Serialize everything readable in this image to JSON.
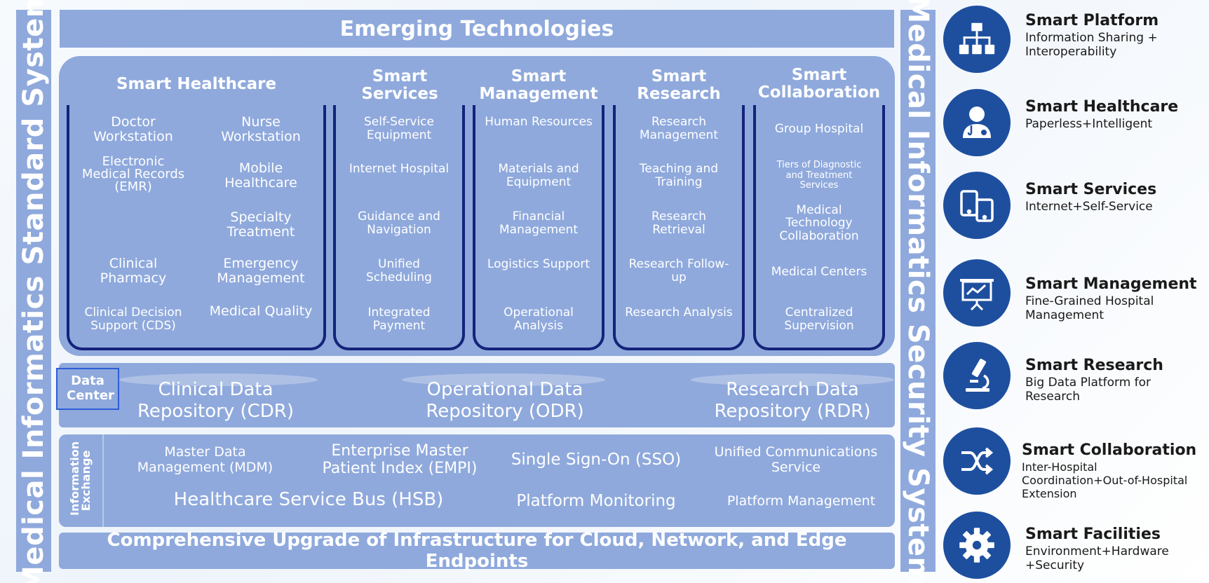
{
  "left_bar": "Medical Informatics Standard System",
  "right_bar": "Medical Informatics Security System",
  "top_bar": "Emerging Technologies",
  "columns": {
    "healthcare": {
      "title": "Smart Healthcare",
      "items": [
        "Doctor Workstation",
        "Nurse Workstation",
        "Electronic Medical Records (EMR)",
        "Mobile Healthcare",
        "Specialty Treatment",
        "Clinical Pharmacy",
        "Emergency Management",
        "Clinical Decision Support (CDS)",
        "Medical Quality"
      ]
    },
    "services": {
      "title": "Smart Services",
      "items": [
        "Self-Service Equipment",
        "Internet Hospital",
        "Guidance and Navigation",
        "Unified Scheduling",
        "Integrated Payment"
      ]
    },
    "management": {
      "title": "Smart Management",
      "items": [
        "Human Resources",
        "Materials and Equipment",
        "Financial Management",
        "Logistics Support",
        "Operational Analysis"
      ]
    },
    "research": {
      "title": "Smart Research",
      "items": [
        "Research Management",
        "Teaching and Training",
        "Research Retrieval",
        "Research Follow-up",
        "Research Analysis"
      ]
    },
    "collaboration": {
      "title": "Smart Collaboration",
      "items": [
        "Group Hospital",
        "Tiers of Diagnostic and Treatment Services",
        "Medical Technology Collaboration",
        "Medical Centers",
        "Centralized Supervision"
      ]
    }
  },
  "data_center": {
    "label": "Data Center",
    "repos": [
      "Clinical Data Repository (CDR)",
      "Operational Data Repository (ODR)",
      "Research Data Repository (RDR)"
    ]
  },
  "info_exchange": {
    "label": "Information Exchange",
    "items": [
      "Master Data Management (MDM)",
      "Enterprise Master Patient Index (EMPI)",
      "Single Sign-On (SSO)",
      "Unified Communications Service",
      "Healthcare Service Bus (HSB)",
      "Platform Monitoring",
      "Platform Management"
    ]
  },
  "infrastructure": "Comprehensive Upgrade of Infrastructure for Cloud, Network, and Edge Endpoints",
  "legend": [
    {
      "icon": "hierarchy-icon",
      "title": "Smart Platform",
      "desc": "Information Sharing + Interoperability"
    },
    {
      "icon": "doctor-icon",
      "title": "Smart Healthcare",
      "desc": "Paperless+Intelligent"
    },
    {
      "icon": "devices-icon",
      "title": "Smart Services",
      "desc": "Internet+Self-Service"
    },
    {
      "icon": "presentation-icon",
      "title": "Smart Management",
      "desc": "Fine-Grained Hospital Management"
    },
    {
      "icon": "microscope-icon",
      "title": "Smart Research",
      "desc": "Big Data Platform for Research"
    },
    {
      "icon": "shuffle-icon",
      "title": "Smart Collaboration",
      "desc": "Inter-Hospital Coordination+Out-of-Hospital Extension"
    },
    {
      "icon": "gear-icon",
      "title": "Smart Facilities",
      "desc": "Environment+Hardware +Security"
    }
  ],
  "colors": {
    "panel": "#8fa9dc",
    "border": "#14237a",
    "icon_bg": "#1e4f9f",
    "text_dark": "#1a1a1a"
  }
}
